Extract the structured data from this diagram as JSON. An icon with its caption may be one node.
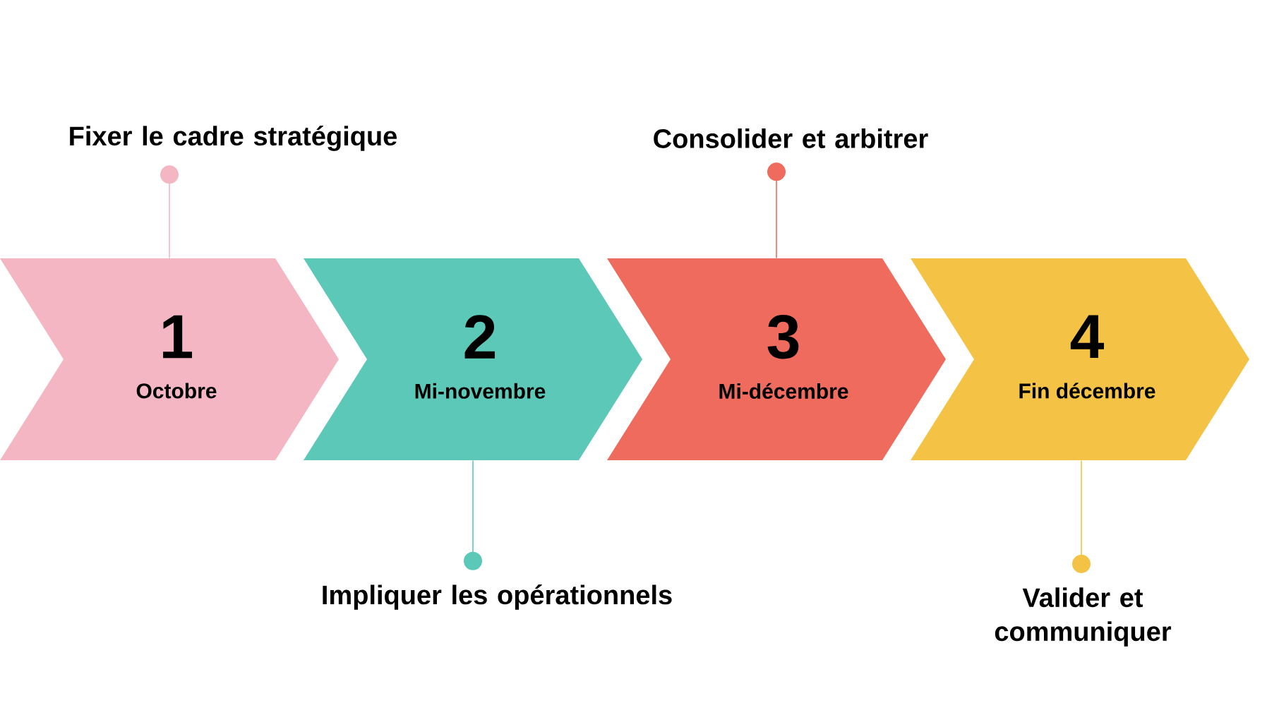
{
  "diagram": {
    "nodes": [
      {
        "text": [
          "1",
          "Octobre"
        ]
      },
      {
        "text": [
          "2",
          "Mi-novembre"
        ]
      },
      {
        "text": [
          "3",
          "Mi-décembre"
        ]
      },
      {
        "text": [
          "4",
          "Fin décembre"
        ]
      },
      {
        "text": [
          "Fixer le cadre stratégique"
        ]
      },
      {
        "text": [
          "Impliquer les opérationnels"
        ]
      },
      {
        "text": [
          "Consolider et arbitrer"
        ]
      },
      {
        "text": [
          "Valider et communiquer"
        ]
      }
    ],
    "edges": [
      {
        "from": 4,
        "to": 0,
        "arrow": "other",
        "color": "#f4b6c2"
      },
      {
        "from": 5,
        "to": 1,
        "arrow": "other",
        "color": "#5bc8b8"
      },
      {
        "from": 6,
        "to": 2,
        "arrow": "other",
        "color": "#ef6b5e"
      },
      {
        "from": 7,
        "to": 3,
        "arrow": "other",
        "color": "#f4c244"
      }
    ]
  }
}
